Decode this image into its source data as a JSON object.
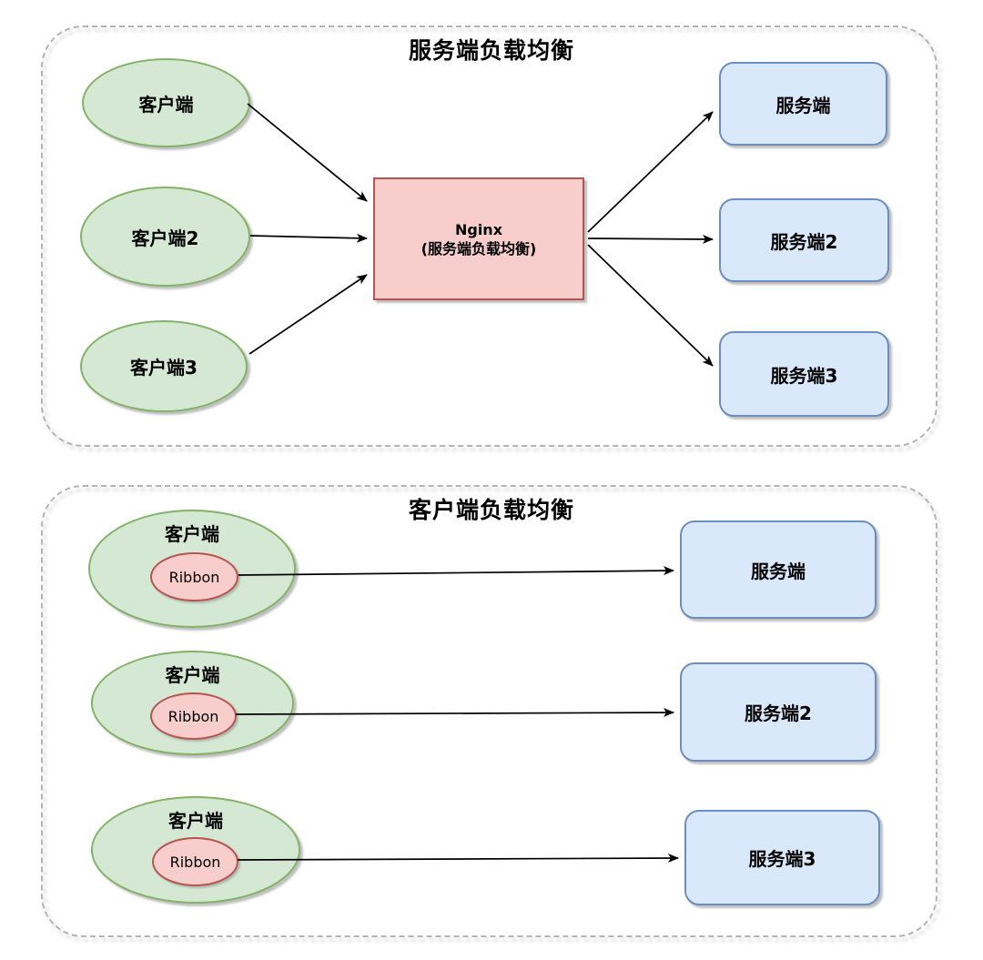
{
  "colors": {
    "client_fill": "#d5e8d4",
    "client_stroke": "#82b366",
    "server_fill": "#dae8fc",
    "server_stroke": "#6c8ebf",
    "balancer_fill": "#f8cecc",
    "balancer_stroke": "#b85450",
    "connector": "#000000",
    "container_border": "#b3b3b3"
  },
  "server_side_panel": {
    "title": "服务端负载均衡",
    "clients": [
      {
        "label": "客户端"
      },
      {
        "label": "客户端2"
      },
      {
        "label": "客户端3"
      }
    ],
    "balancer": {
      "name": "Nginx",
      "subtitle": "(服务端负载均衡)"
    },
    "servers": [
      {
        "label": "服务端"
      },
      {
        "label": "服务端2"
      },
      {
        "label": "服务端3"
      }
    ]
  },
  "client_side_panel": {
    "title": "客户端负载均衡",
    "clients": [
      {
        "label": "客户端",
        "inner": "Ribbon"
      },
      {
        "label": "客户端",
        "inner": "Ribbon"
      },
      {
        "label": "客户端",
        "inner": "Ribbon"
      }
    ],
    "servers": [
      {
        "label": "服务端"
      },
      {
        "label": "服务端2"
      },
      {
        "label": "服务端3"
      }
    ]
  }
}
